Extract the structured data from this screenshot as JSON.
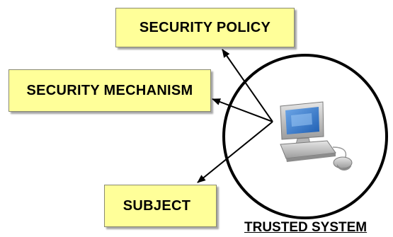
{
  "nodes": {
    "security_policy": "SECURITY POLICY",
    "security_mechanism": "SECURITY MECHANISM",
    "subject": "SUBJECT",
    "trusted_system": "TRUSTED SYSTEM"
  },
  "colors": {
    "box_fill": "#ffff99",
    "line": "#000000"
  },
  "icons": [
    "computer-icon"
  ]
}
